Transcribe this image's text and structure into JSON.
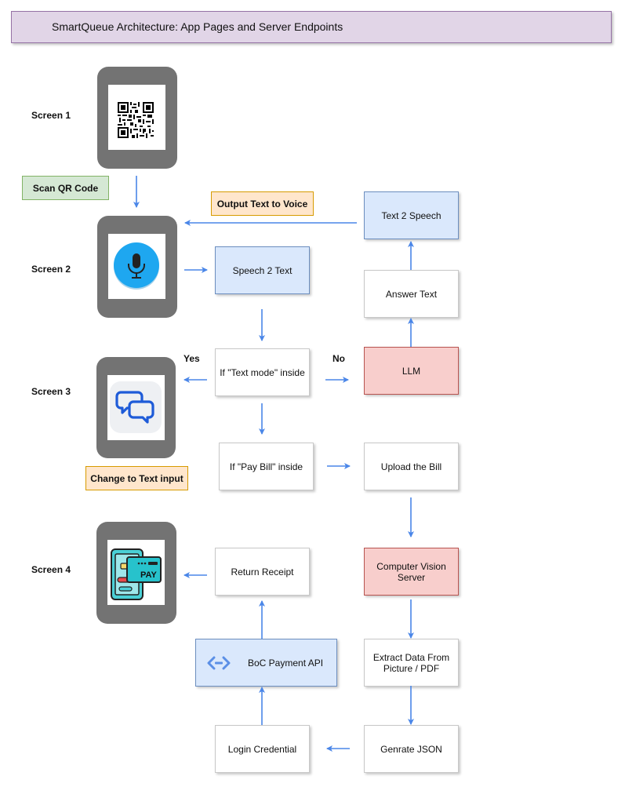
{
  "title": "SmartQueue Architecture: App Pages and Server Endpoints",
  "screens": {
    "s1": "Screen 1",
    "s2": "Screen 2",
    "s3": "Screen 3",
    "s4": "Screen 4"
  },
  "tags": {
    "scan_qr": "Scan QR Code",
    "output_voice": "Output Text to Voice",
    "change_text": "Change to Text input"
  },
  "decisions": {
    "yes": "Yes",
    "no": "No"
  },
  "nodes": {
    "speech2text": "Speech 2 Text",
    "text2speech": "Text 2 Speech",
    "answer_text": "Answer Text",
    "llm": "LLM",
    "if_text_mode": "If  \"Text mode\" inside",
    "if_pay_bill": "If  \"Pay Bill\" inside",
    "upload_bill": "Upload the Bill",
    "cv_server": "Computer Vision Server",
    "return_receipt": "Return Receipt",
    "boc_api": "BoC Payment API",
    "extract_data": "Extract Data From Picture / PDF",
    "login_credential": "Login Credential",
    "generate_json": "Genrate JSON"
  },
  "icons": {
    "screen1": "qr-code-icon",
    "screen2": "microphone-icon",
    "screen3": "chat-bubbles-icon",
    "screen4": "card-payment-icon",
    "boc_api": "api-brackets-icon"
  },
  "pay_label": "PAY",
  "colors": {
    "arrow": "#4a86e8",
    "phone": "#737373",
    "blue_box": "#dae8fc",
    "red_box": "#f8cecc",
    "title_bg": "#e1d5e7"
  }
}
